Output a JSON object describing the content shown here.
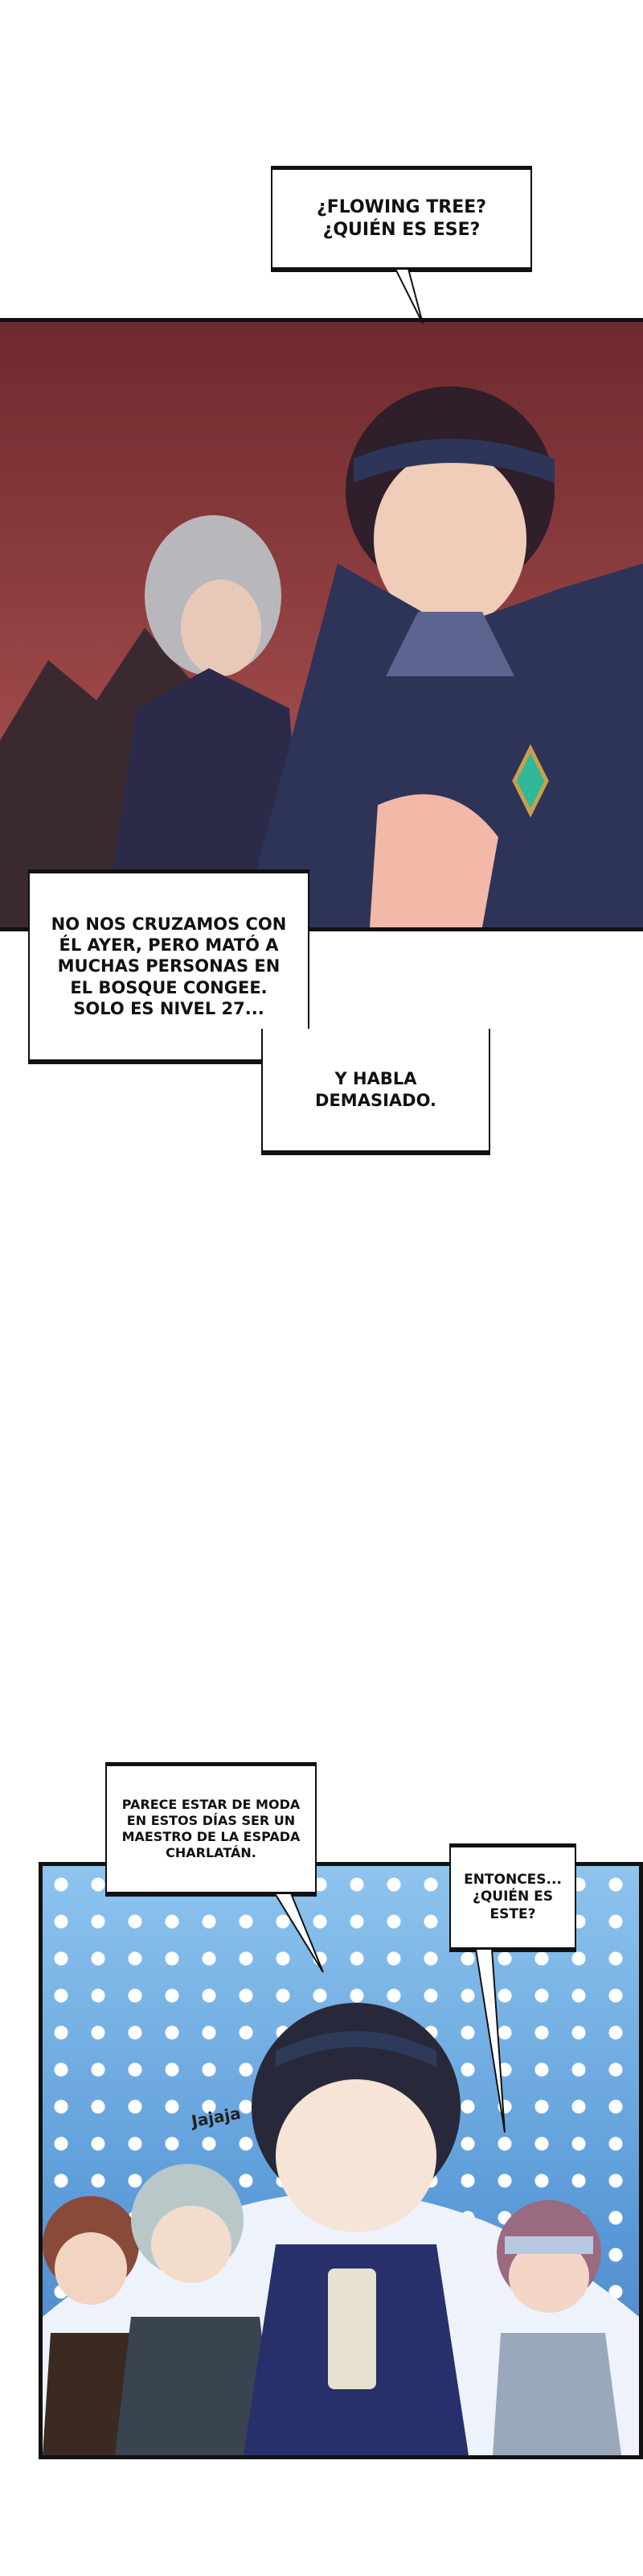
{
  "dialogue": [
    {
      "text": "¿FLOWING TREE?\n¿QUIÉN ES ESE?"
    },
    {
      "text": "NO NOS CRUZAMOS CON\nÉL AYER, PERO MATÓ A\nMUCHAS PERSONAS EN\nEL BOSQUE CONGEE.\nSOLO ES NIVEL 27..."
    },
    {
      "text": "Y HABLA\nDEMASIADO."
    },
    {
      "text": "PARECE ESTAR DE MODA\nEN ESTOS DÍAS SER UN\nMAESTRO DE LA ESPADA\nCHARLATÁN."
    },
    {
      "text": "ENTONCES...\n¿QUIÉN ES\nESTE?"
    }
  ],
  "sfx": {
    "laugh": "Jajaja"
  }
}
